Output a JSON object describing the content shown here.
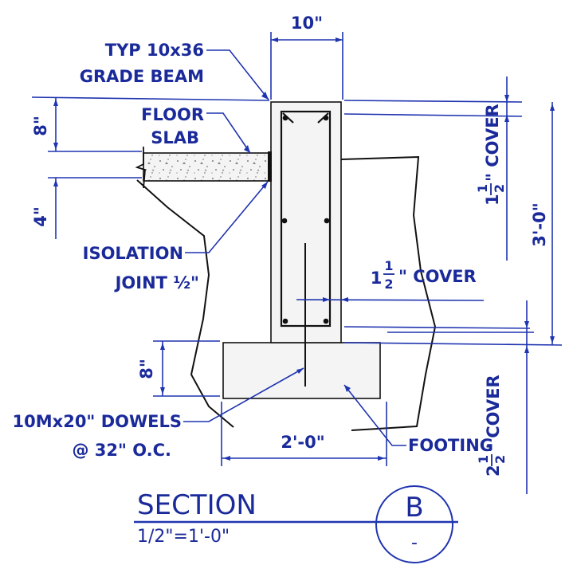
{
  "colors": {
    "ink": "#1a2a9a",
    "outline": "#111111",
    "concrete": "#f4f4f4"
  },
  "labels": {
    "beam_width": "10\"",
    "beam_line1": "TYP 10x36",
    "beam_line2": "GRADE BEAM",
    "slab_line1": "FLOOR",
    "slab_line2": "SLAB",
    "slab_dim_top": "8\"",
    "slab_dim_bottom": "4\"",
    "isolation_line1": "ISOLATION",
    "isolation_line2_text": "JOINT ",
    "isolation_line2_frac": "½\"",
    "side_cover_whole": "1",
    "side_cover_num": "1",
    "side_cover_den": "2",
    "side_cover_text": "\" COVER",
    "top_cover_whole": "1",
    "top_cover_num": "1",
    "top_cover_den": "2",
    "top_cover_text": "\" COVER",
    "height_dim": "3'-0\"",
    "footing_depth": "8\"",
    "dowels_line1": "10Mx20\" DOWELS",
    "dowels_line2": "@ 32\" O.C.",
    "footing_width": "2'-0\"",
    "footing_label": "FOOTING",
    "bottom_cover_whole": "2",
    "bottom_cover_num": "1",
    "bottom_cover_den": "2",
    "bottom_cover_text": "\" COVER",
    "section_title": "SECTION",
    "section_scale": "1/2\"=1'-0\"",
    "section_letter": "B",
    "section_sheet": "-"
  }
}
